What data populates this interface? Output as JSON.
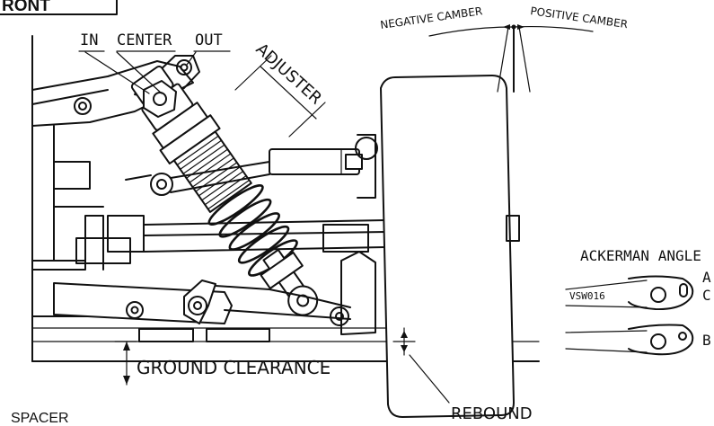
{
  "labels": {
    "front": "RONT",
    "in": "IN",
    "center": "CENTER",
    "out": "OUT",
    "adjuster": "ADJUSTER",
    "negative_camber": "NEGATIVE CAMBER",
    "positive_camber": "POSITIVE CAMBER",
    "ackerman_angle": "ACKERMAN ANGLE",
    "ackerman_a_part": "A",
    "ackerman_c_part": "C",
    "ackerman_b": "B",
    "part_code": "VSW016",
    "ground_clearance": "GROUND CLEARANCE",
    "rebound": "REBOUND",
    "spacer": "SPACER"
  }
}
